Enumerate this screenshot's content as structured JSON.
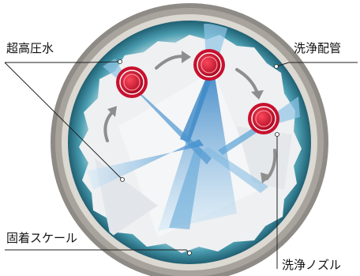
{
  "labels": {
    "high_pressure_water": "超高圧水",
    "cleaning_pipe": "洗浄配管",
    "adhered_scale": "固着スケール",
    "cleaning_nozzle": "洗浄ノズル"
  },
  "colors": {
    "pipe_outer": "#8e8a85",
    "pipe_ring": "#d6d2cc",
    "scale": "#3f8fa3",
    "interior": "#e9ecef",
    "jet": "#6fb1dc",
    "nozzle": "#c8102e",
    "arrow": "#8e8e8e",
    "leader": "#222222"
  }
}
